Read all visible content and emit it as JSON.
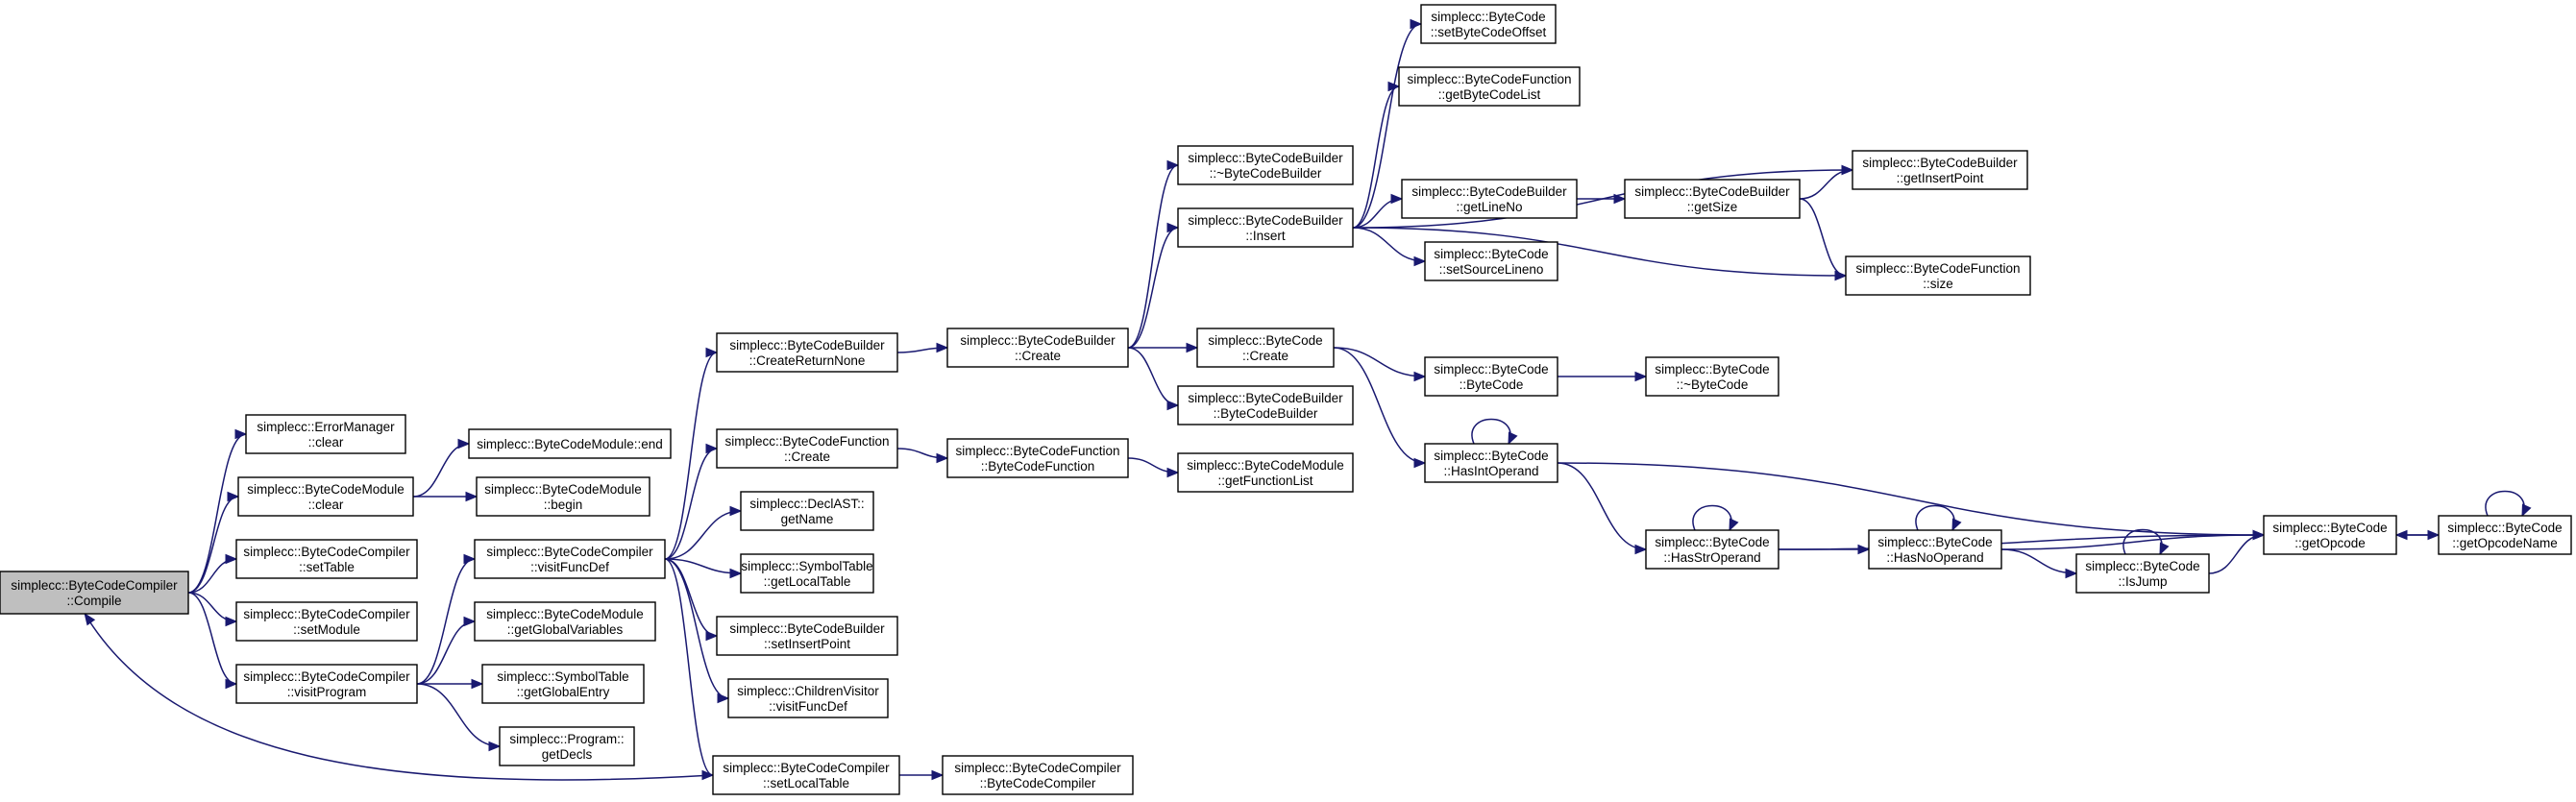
{
  "graph": {
    "nodes": {
      "compile": [
        "simplecc::ByteCodeCompiler",
        "::Compile"
      ],
      "em_clear": [
        "simplecc::ErrorManager",
        "::clear"
      ],
      "bcm_clear": [
        "simplecc::ByteCodeModule",
        "::clear"
      ],
      "bcc_settable": [
        "simplecc::ByteCodeCompiler",
        "::setTable"
      ],
      "bcc_setmodule": [
        "simplecc::ByteCodeCompiler",
        "::setModule"
      ],
      "visitprogram": [
        "simplecc::ByteCodeCompiler",
        "::visitProgram"
      ],
      "bcm_end": [
        "simplecc::ByteCodeModule::end"
      ],
      "bcm_begin": [
        "simplecc::ByteCodeModule",
        "::begin"
      ],
      "visitfuncdef": [
        "simplecc::ByteCodeCompiler",
        "::visitFuncDef"
      ],
      "getglobalvars": [
        "simplecc::ByteCodeModule",
        "::getGlobalVariables"
      ],
      "getglobalentry": [
        "simplecc::SymbolTable",
        "::getGlobalEntry"
      ],
      "getdecls": [
        "simplecc::Program::",
        "getDecls"
      ],
      "createreturnnone": [
        "simplecc::ByteCodeBuilder",
        "::CreateReturnNone"
      ],
      "bcf_create": [
        "simplecc::ByteCodeFunction",
        "::Create"
      ],
      "declast_getname": [
        "simplecc::DeclAST::",
        "getName"
      ],
      "getlocaltable": [
        "simplecc::SymbolTable",
        "::getLocalTable"
      ],
      "setinsertpoint": [
        "simplecc::ByteCodeBuilder",
        "::setInsertPoint"
      ],
      "cv_visitfuncdef": [
        "simplecc::ChildrenVisitor",
        "::visitFuncDef"
      ],
      "setlocaltable": [
        "simplecc::ByteCodeCompiler",
        "::setLocalTable"
      ],
      "bcb_create": [
        "simplecc::ByteCodeBuilder",
        "::Create"
      ],
      "bcf_ctor": [
        "simplecc::ByteCodeFunction",
        "::ByteCodeFunction"
      ],
      "bcc_ctor": [
        "simplecc::ByteCodeCompiler",
        "::ByteCodeCompiler"
      ],
      "bcb_dtor": [
        "simplecc::ByteCodeBuilder",
        "::~ByteCodeBuilder"
      ],
      "bcb_insert": [
        "simplecc::ByteCodeBuilder",
        "::Insert"
      ],
      "bc_create": [
        "simplecc::ByteCode",
        "::Create"
      ],
      "bcb_ctor": [
        "simplecc::ByteCodeBuilder",
        "::ByteCodeBuilder"
      ],
      "getfunctionlist": [
        "simplecc::ByteCodeModule",
        "::getFunctionList"
      ],
      "setbytecodeoffset": [
        "simplecc::ByteCode",
        "::setByteCodeOffset"
      ],
      "getbytecodelist": [
        "simplecc::ByteCodeFunction",
        "::getByteCodeList"
      ],
      "getlineno": [
        "simplecc::ByteCodeBuilder",
        "::getLineNo"
      ],
      "setsourcelineno": [
        "simplecc::ByteCode",
        "::setSourceLineno"
      ],
      "bc_ctor": [
        "simplecc::ByteCode",
        "::ByteCode"
      ],
      "hasintoperand": [
        "simplecc::ByteCode",
        "::HasIntOperand"
      ],
      "getsize": [
        "simplecc::ByteCodeBuilder",
        "::getSize"
      ],
      "bc_dtor": [
        "simplecc::ByteCode",
        "::~ByteCode"
      ],
      "hasstroperand": [
        "simplecc::ByteCode",
        "::HasStrOperand"
      ],
      "getinsertpoint": [
        "simplecc::ByteCodeBuilder",
        "::getInsertPoint"
      ],
      "bcf_size": [
        "simplecc::ByteCodeFunction",
        "::size"
      ],
      "hasnooperand": [
        "simplecc::ByteCode",
        "::HasNoOperand"
      ],
      "isjump": [
        "simplecc::ByteCode",
        "::IsJump"
      ],
      "getopcode": [
        "simplecc::ByteCode",
        "::getOpcode"
      ],
      "getopcodename": [
        "simplecc::ByteCode",
        "::getOpcodeName"
      ]
    },
    "root": "compile",
    "edges": [
      [
        "compile",
        "em_clear"
      ],
      [
        "compile",
        "bcm_clear"
      ],
      [
        "compile",
        "bcc_settable"
      ],
      [
        "compile",
        "bcc_setmodule"
      ],
      [
        "compile",
        "visitprogram"
      ],
      [
        "bcm_clear",
        "bcm_end"
      ],
      [
        "bcm_clear",
        "bcm_begin"
      ],
      [
        "visitprogram",
        "visitfuncdef"
      ],
      [
        "visitprogram",
        "getglobalvars"
      ],
      [
        "visitprogram",
        "getglobalentry"
      ],
      [
        "visitprogram",
        "getdecls"
      ],
      [
        "visitfuncdef",
        "createreturnnone"
      ],
      [
        "visitfuncdef",
        "bcf_create"
      ],
      [
        "visitfuncdef",
        "declast_getname"
      ],
      [
        "visitfuncdef",
        "getlocaltable"
      ],
      [
        "visitfuncdef",
        "setinsertpoint"
      ],
      [
        "visitfuncdef",
        "cv_visitfuncdef"
      ],
      [
        "visitfuncdef",
        "setlocaltable"
      ],
      [
        "setlocaltable",
        "compile"
      ],
      [
        "setlocaltable",
        "bcc_ctor"
      ],
      [
        "createreturnnone",
        "bcb_create"
      ],
      [
        "bcf_create",
        "bcf_ctor"
      ],
      [
        "bcf_ctor",
        "getfunctionlist"
      ],
      [
        "bcb_create",
        "bcb_dtor"
      ],
      [
        "bcb_create",
        "bcb_insert"
      ],
      [
        "bcb_create",
        "bc_create"
      ],
      [
        "bcb_create",
        "bcb_ctor"
      ],
      [
        "bcb_insert",
        "setbytecodeoffset"
      ],
      [
        "bcb_insert",
        "getbytecodelist"
      ],
      [
        "bcb_insert",
        "getinsertpoint"
      ],
      [
        "bcb_insert",
        "getlineno"
      ],
      [
        "bcb_insert",
        "setsourcelineno"
      ],
      [
        "bcb_insert",
        "bcf_size"
      ],
      [
        "getlineno",
        "getsize"
      ],
      [
        "getsize",
        "getinsertpoint"
      ],
      [
        "getsize",
        "bcf_size"
      ],
      [
        "bc_create",
        "bc_ctor"
      ],
      [
        "bc_create",
        "hasintoperand"
      ],
      [
        "bc_ctor",
        "bc_dtor"
      ],
      [
        "hasintoperand",
        "hasintoperand"
      ],
      [
        "hasintoperand",
        "getopcode"
      ],
      [
        "hasintoperand",
        "hasstroperand"
      ],
      [
        "hasstroperand",
        "hasstroperand"
      ],
      [
        "hasstroperand",
        "hasnooperand"
      ],
      [
        "hasstroperand",
        "getopcode"
      ],
      [
        "hasnooperand",
        "hasnooperand"
      ],
      [
        "hasnooperand",
        "getopcode"
      ],
      [
        "hasnooperand",
        "isjump"
      ],
      [
        "isjump",
        "isjump"
      ],
      [
        "isjump",
        "getopcode"
      ],
      [
        "getopcode",
        "getopcodename"
      ],
      [
        "getopcodename",
        "getopcodename"
      ],
      [
        "getopcodename",
        "getopcode"
      ]
    ]
  },
  "colors": {
    "edge": "#191970",
    "node_border": "#000000",
    "node_fill": "#ffffff",
    "root_fill": "#bfbfbf",
    "background": "#ffffff"
  }
}
